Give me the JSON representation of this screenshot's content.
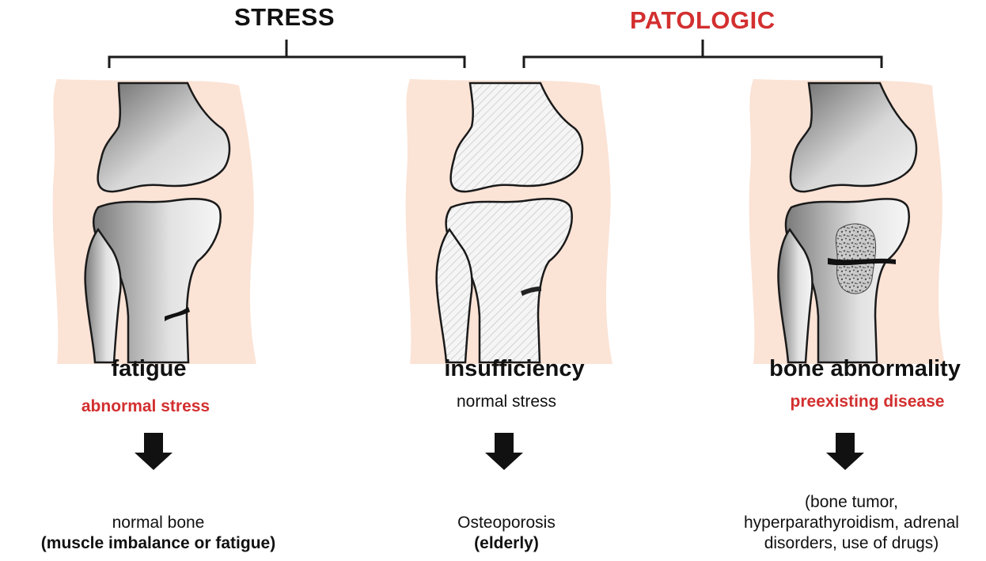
{
  "groups": {
    "stress": {
      "label": "STRESS",
      "color": "#111111"
    },
    "pathologic": {
      "label": "PATOLOGIC",
      "color": "#d32f2f"
    }
  },
  "columns": [
    {
      "id": "fatigue",
      "title": "fatigue",
      "cause": "abnormal stress",
      "cause_color": "#d32f2f",
      "outcome_line1": "normal bone",
      "outcome_line2": "(muscle imbalance or fatigue)"
    },
    {
      "id": "insufficiency",
      "title": "insufficiency",
      "cause": "normal stress",
      "cause_color": "#111111",
      "outcome_line1": "Osteoporosis",
      "outcome_line2": "(elderly)"
    },
    {
      "id": "bone-abnormality",
      "title": "bone abnormality",
      "cause": "preexisting disease",
      "cause_color": "#d32f2f",
      "outcome_line1": "(bone tumor,",
      "outcome_line2": "hyperparathyroidism, adrenal",
      "outcome_line3": "disorders, use of drugs)"
    }
  ],
  "colors": {
    "skin": "#fbe3d6",
    "bone_light": "#ebebeb",
    "bone_dark": "#6f6f6f",
    "outline": "#1a1a1a",
    "arrow": "#111111"
  }
}
